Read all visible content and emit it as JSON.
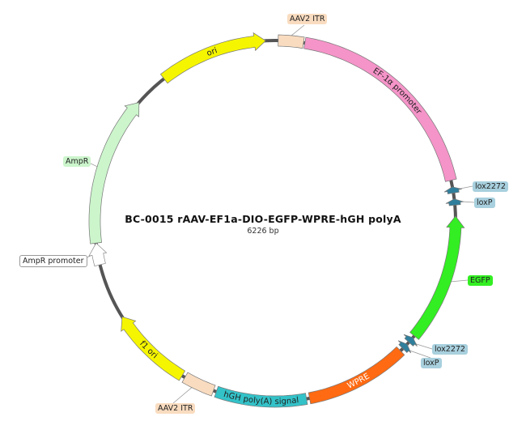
{
  "plasmid": {
    "title": "BC-0015   rAAV-EF1a-DIO-EGFP-WPRE-hGH polyA",
    "size_label": "6226 bp",
    "length_bp": 6226,
    "backbone_color": "#555555"
  },
  "features": [
    {
      "name": "AAV2 ITR",
      "start": 17,
      "end": 156,
      "direction": 0,
      "color": "#f9dcc0",
      "label": "outside"
    },
    {
      "name": "EF-1α promoter",
      "start": 164,
      "end": 1331,
      "direction": 0,
      "color": "#f594c8",
      "label": "inside"
    },
    {
      "name": "lox2272",
      "start": 1368,
      "end": 1402,
      "direction": -1,
      "color": "#2f7f9c",
      "label": "outside"
    },
    {
      "name": "loxP",
      "start": 1435,
      "end": 1469,
      "direction": -1,
      "color": "#2f7f9c",
      "label": "outside"
    },
    {
      "name": "EGFP",
      "start": 1530,
      "end": 2240,
      "direction": -1,
      "color": "#33ee22",
      "label": "outside"
    },
    {
      "name": "lox2272",
      "start": 2252,
      "end": 2286,
      "direction": -1,
      "color": "#2f7f9c",
      "label": "outside"
    },
    {
      "name": "loxP",
      "start": 2300,
      "end": 2334,
      "direction": -1,
      "color": "#2f7f9c",
      "label": "outside"
    },
    {
      "name": "WPRE",
      "start": 2352,
      "end": 2923,
      "direction": 0,
      "color": "#ff6a12",
      "label": "inside"
    },
    {
      "name": "hGH poly(A) signal",
      "start": 2940,
      "end": 3442,
      "direction": 0,
      "color": "#33c2c8",
      "label": "inside"
    },
    {
      "name": "AAV2 ITR",
      "start": 3459,
      "end": 3632,
      "direction": 0,
      "color": "#f9dcc0",
      "label": "outside"
    },
    {
      "name": "f1 ori",
      "start": 3650,
      "end": 4116,
      "direction": 1,
      "color": "#f5f500",
      "label": "inside"
    },
    {
      "name": "AmpR promoter",
      "start": 4427,
      "end": 4548,
      "direction": 1,
      "color": "#ffffff",
      "label": "outside"
    },
    {
      "name": "AmpR",
      "start": 4548,
      "end": 5379,
      "direction": 1,
      "color": "#ccf5cc",
      "label": "outside"
    },
    {
      "name": "ori",
      "start": 5569,
      "end": 6174,
      "direction": 1,
      "color": "#f5f500",
      "label": "inside"
    }
  ],
  "label_colors": {
    "AAV2 ITR": "#f9dcc0",
    "lox2272": "#a8d0de",
    "loxP": "#a8d0de",
    "EGFP": "#33ee22",
    "AmpR": "#ccf5cc",
    "AmpR promoter": "#ffffff"
  }
}
